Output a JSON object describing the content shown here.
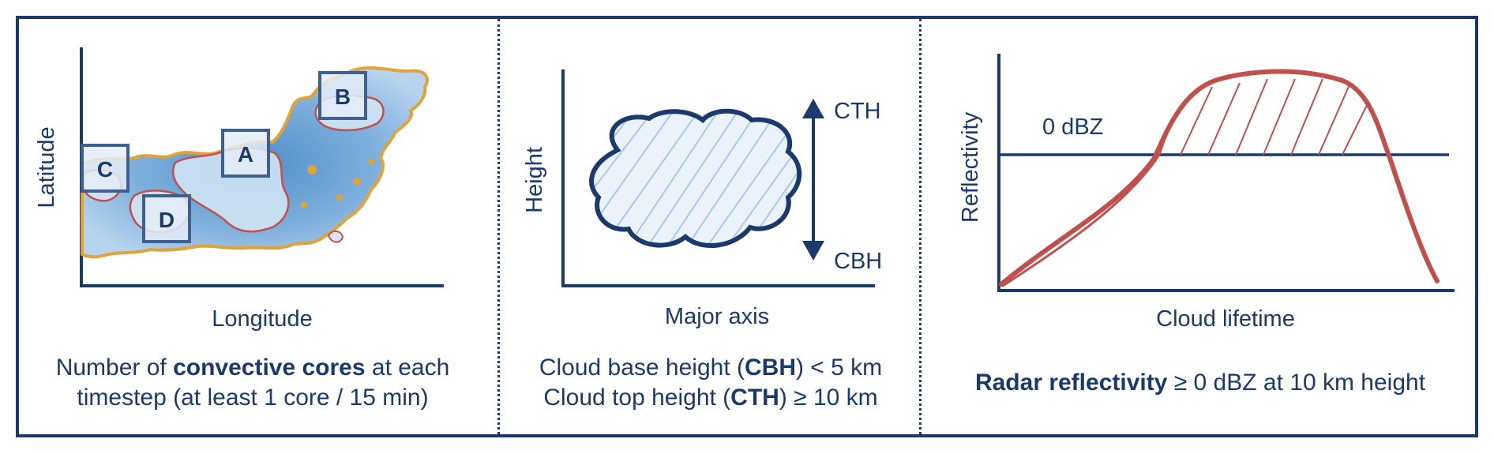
{
  "panel1": {
    "x_axis_label": "Longitude",
    "y_axis_label": "Latitude",
    "boxes": [
      "A",
      "B",
      "C",
      "D"
    ],
    "caption": {
      "line1_pre": "Number of ",
      "line1_bold": "convective cores",
      "line1_post": " at each",
      "line2": "timestep (at least 1 core / 15 min)"
    }
  },
  "panel2": {
    "x_axis_label": "Major axis",
    "y_axis_label": "Height",
    "top_label": "CTH",
    "bottom_label": "CBH",
    "caption": {
      "line1_pre": "Cloud base height (",
      "line1_bold": "CBH",
      "line1_post": ") < 5 km",
      "line2_pre": "Cloud top height (",
      "line2_bold": "CTH",
      "line2_post": ") ≥ 10 km"
    }
  },
  "panel3": {
    "x_axis_label": "Cloud lifetime",
    "y_axis_label": "Reflectivity",
    "threshold_label": "0 dBZ",
    "caption": {
      "bold": "Radar reflectivity",
      "rest": " ≥ 0 dBZ at 10 km height"
    }
  },
  "colors": {
    "navy": "#1b3a6b",
    "curve": "#c0504d",
    "cloud_fill": "#dce9f6",
    "hatch": "#a9c8e8",
    "outline_gold": "#e0a33a"
  }
}
